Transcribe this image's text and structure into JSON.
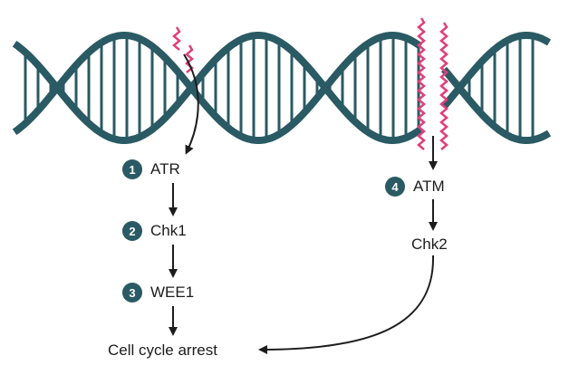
{
  "colors": {
    "strand": "#2a5a63",
    "break": "#e0407a",
    "arrow": "#1c1c1c",
    "badge": "#2a5a63"
  },
  "pathway_left": [
    {
      "num": "1",
      "label": "ATR"
    },
    {
      "num": "2",
      "label": "Chk1"
    },
    {
      "num": "3",
      "label": "WEE1"
    }
  ],
  "pathway_right": [
    {
      "num": "4",
      "label": "ATM"
    },
    {
      "num": "",
      "label": "Chk2"
    }
  ],
  "outcome": "Cell cycle arrest",
  "icons": [
    "dna-double-helix",
    "single-strand-break",
    "double-strand-break"
  ]
}
